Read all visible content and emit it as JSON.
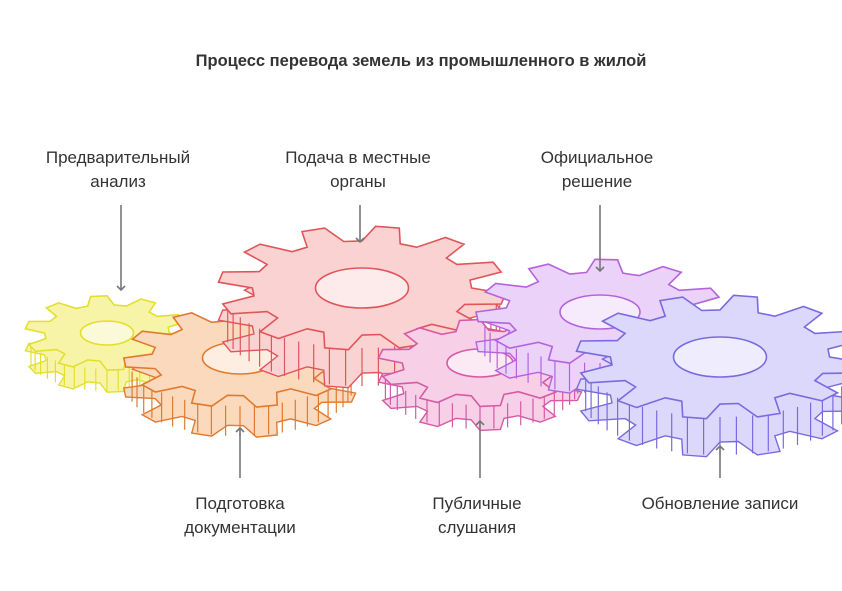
{
  "title": "Процесс перевода земель из промышленного в жилой",
  "steps": [
    {
      "label": "Предварительный\nанализ",
      "color": "#e3df2e",
      "fill": "#f7f4a8"
    },
    {
      "label": "Подготовка\nдокументации",
      "color": "#e07a2e",
      "fill": "#fbd9bd"
    },
    {
      "label": "Подача в местные\nорганы",
      "color": "#e0555a",
      "fill": "#fbd2d2"
    },
    {
      "label": "Публичные\nслушания",
      "color": "#d55aa6",
      "fill": "#f7cfe7"
    },
    {
      "label": "Официальное\nрешение",
      "color": "#b563dd",
      "fill": "#ead2f8"
    },
    {
      "label": "Обновление записи",
      "color": "#7a6adf",
      "fill": "#dcd8fb"
    }
  ],
  "arrow_color": "#777777"
}
